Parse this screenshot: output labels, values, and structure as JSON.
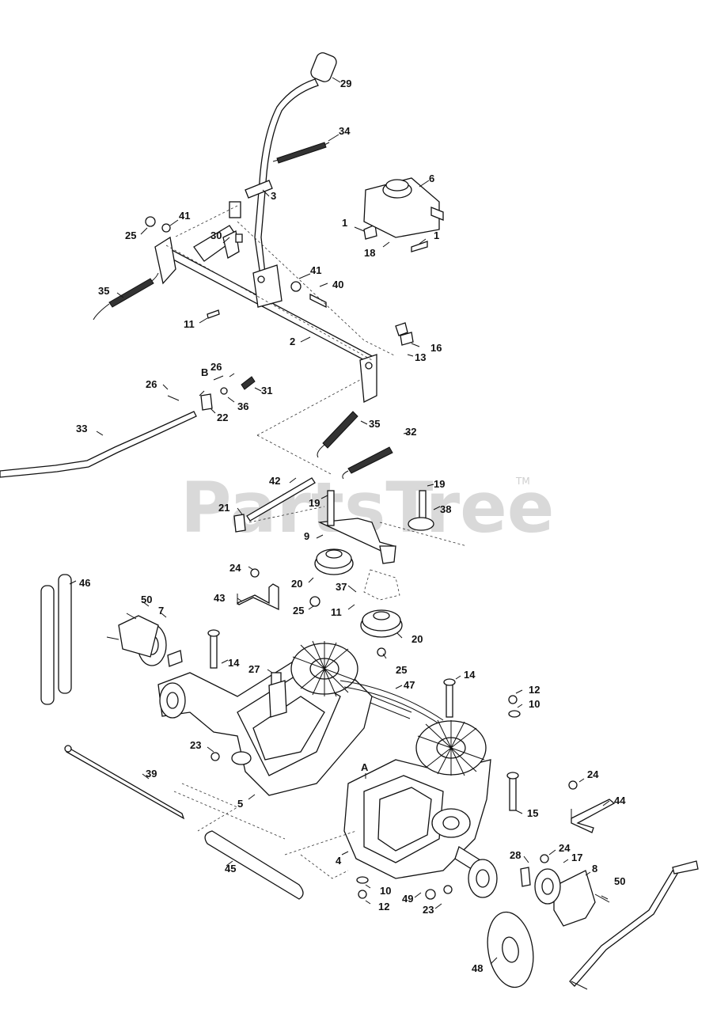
{
  "watermark": "PartsTree",
  "trademark": "TM",
  "labels": [
    "29",
    "34",
    "3",
    "6",
    "41",
    "25",
    "1",
    "30",
    "18",
    "1",
    "35",
    "41",
    "40",
    "11",
    "2",
    "16",
    "13",
    "B",
    "26",
    "31",
    "26",
    "36",
    "22",
    "33",
    "35",
    "32",
    "42",
    "19",
    "19",
    "21",
    "38",
    "9",
    "24",
    "20",
    "37",
    "43",
    "25",
    "11",
    "20",
    "46",
    "50",
    "7",
    "14",
    "27",
    "47",
    "14",
    "12",
    "10",
    "25",
    "23",
    "39",
    "A",
    "24",
    "5",
    "44",
    "15",
    "28",
    "24",
    "17",
    "8",
    "50",
    "4",
    "10",
    "49",
    "23",
    "12",
    "45",
    "48"
  ]
}
